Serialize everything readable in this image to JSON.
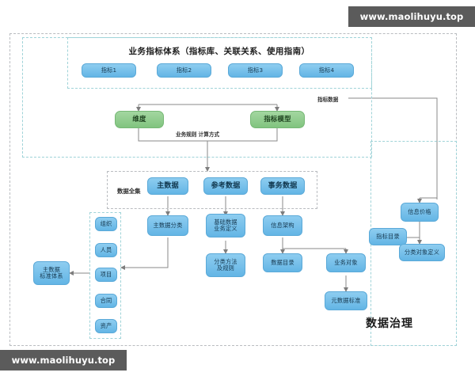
{
  "watermarks": {
    "top": "www.maolihuyu.top",
    "bottom": "www.maolihuyu.top"
  },
  "indicator_system": {
    "title": "业务指标体系（指标库、关联关系、使用指南）",
    "indicators": [
      {
        "label": "指标1"
      },
      {
        "label": "指标2"
      },
      {
        "label": "指标3"
      },
      {
        "label": "指标4"
      }
    ],
    "model_nodes": [
      {
        "label": "维度"
      },
      {
        "label": "指标模型"
      }
    ],
    "rule_label": "业务规则 计算方式",
    "data_flow_label": "指标数据"
  },
  "governance": {
    "section_title": "数据治理",
    "data_universe_label": "数据全集",
    "data_types": [
      {
        "label": "主数据"
      },
      {
        "label": "参考数据"
      },
      {
        "label": "事务数据"
      }
    ],
    "second_level": [
      {
        "label": "主数据分类"
      },
      {
        "label": "基础数据\n业务定义"
      },
      {
        "label": "信息架构"
      }
    ],
    "third_level": [
      {
        "label": "分类方法\n及规则"
      },
      {
        "label": "数据目录"
      },
      {
        "label": "业务对象"
      }
    ],
    "fourth_level": [
      {
        "label": "元数据标准"
      }
    ],
    "master_data_standard": {
      "label": "主数据\n标准体系"
    },
    "master_domains": [
      {
        "label": "组织"
      },
      {
        "label": "人员"
      },
      {
        "label": "项目"
      },
      {
        "label": "合同"
      },
      {
        "label": "资产"
      }
    ],
    "right_branch": [
      {
        "label": "信息价格"
      },
      {
        "label": "指标目录"
      },
      {
        "label": "分类对象定义"
      }
    ]
  },
  "colors": {
    "blue_box": "#63b5e5",
    "green_box": "#81c47f",
    "dashed_teal": "#9fd3d8",
    "dashed_grey": "#b9bcc0",
    "connector": "#8a8a8a",
    "watermark_bg": "#5b5b5b"
  }
}
